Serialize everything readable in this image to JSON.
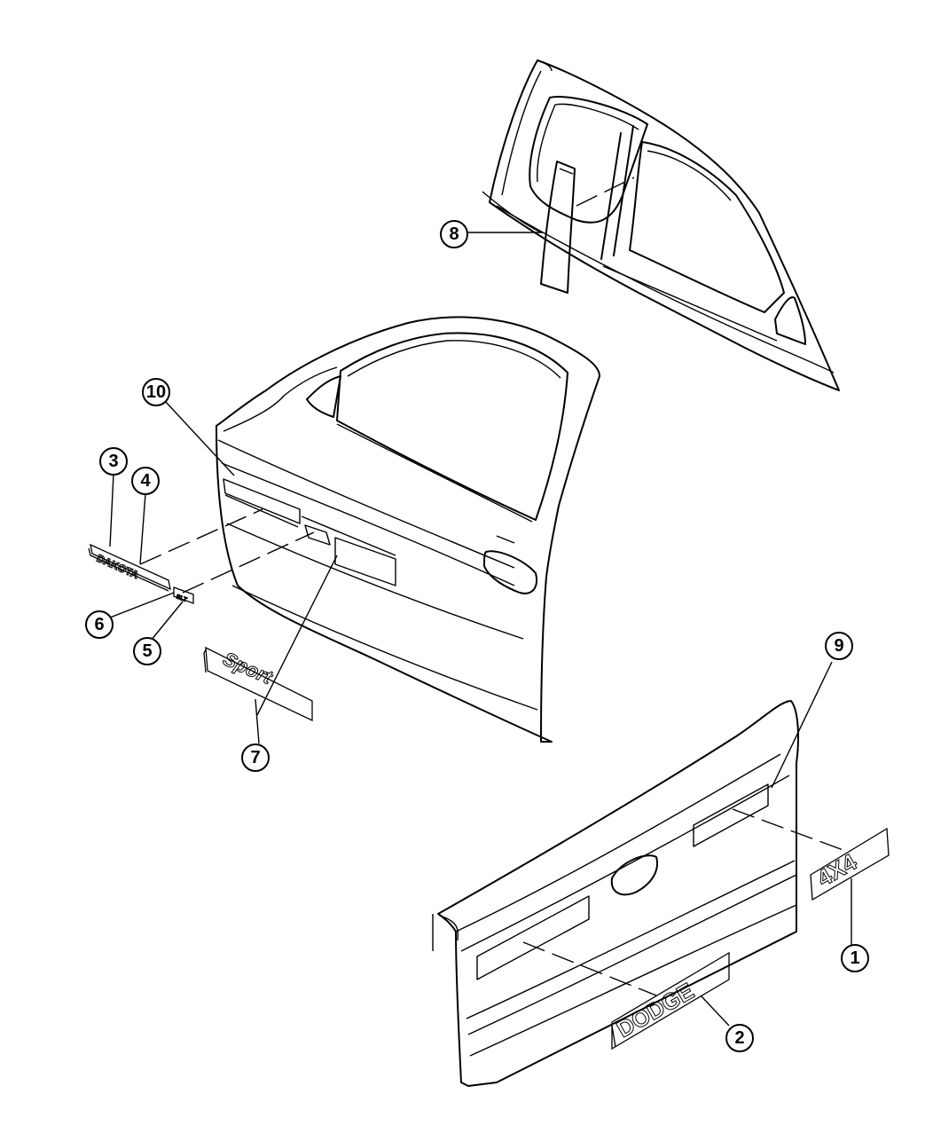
{
  "diagram": {
    "callouts": [
      {
        "id": "1",
        "label": "1"
      },
      {
        "id": "2",
        "label": "2"
      },
      {
        "id": "3",
        "label": "3"
      },
      {
        "id": "4",
        "label": "4"
      },
      {
        "id": "5",
        "label": "5"
      },
      {
        "id": "6",
        "label": "6"
      },
      {
        "id": "7",
        "label": "7"
      },
      {
        "id": "8",
        "label": "8"
      },
      {
        "id": "9",
        "label": "9"
      },
      {
        "id": "10",
        "label": "10"
      }
    ],
    "emblems": {
      "dakota": "DAKOTA",
      "badge": "SLT",
      "sport": "Sport",
      "dodge": "DODGE",
      "fourbyfour": "4X4"
    }
  }
}
